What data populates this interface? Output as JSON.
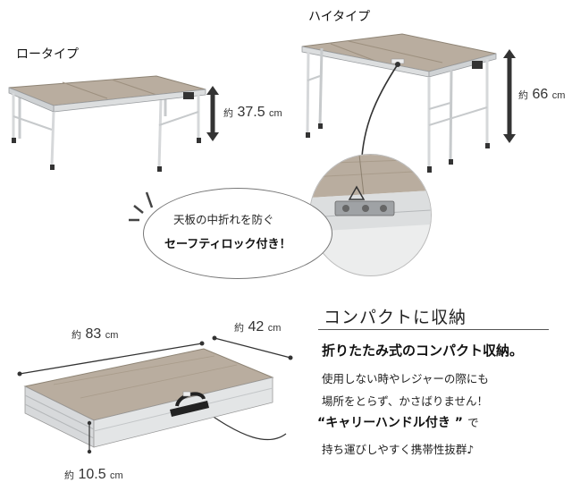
{
  "low_type": {
    "label": "ロータイプ",
    "height_prefix": "約",
    "height_value": "37.5",
    "height_unit": "cm"
  },
  "high_type": {
    "label": "ハイタイプ",
    "height_prefix": "約",
    "height_value": "66",
    "height_unit": "cm"
  },
  "callout": {
    "line1": "天板の中折れを防ぐ",
    "line2": "セーフティロック付き！"
  },
  "compact": {
    "heading": "コンパクトに収納",
    "subheading": "折りたたみ式のコンパクト収納。",
    "body_line1": "使用しない時やレジャーの際にも",
    "body_line2": "場所をとらず、かさばりません！",
    "carry_label": "“キャリーハンドル付き ”",
    "carry_suffix": "で",
    "body_line3": "持ち運びしやすく携帯性抜群♪"
  },
  "folded_dims": {
    "width_prefix": "約",
    "width_value": "83",
    "width_unit": "cm",
    "depth_prefix": "約",
    "depth_value": "42",
    "depth_unit": "cm",
    "thickness_prefix": "約",
    "thickness_value": "10.5",
    "thickness_unit": "cm"
  },
  "colors": {
    "wood": "#b9ad9f",
    "wood_dark": "#9d907f",
    "aluminum": "#d9dbdd",
    "arrow": "#333333"
  }
}
